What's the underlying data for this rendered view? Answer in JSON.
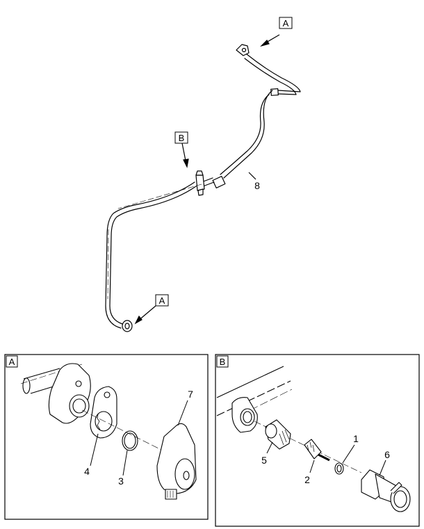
{
  "main_view": {
    "view_labels": [
      "A",
      "B",
      "A"
    ],
    "part_callout": "8"
  },
  "detail_a": {
    "label": "A",
    "callouts": [
      "7",
      "4",
      "3"
    ]
  },
  "detail_b": {
    "label": "B",
    "callouts": [
      "1",
      "6",
      "5",
      "2"
    ]
  }
}
